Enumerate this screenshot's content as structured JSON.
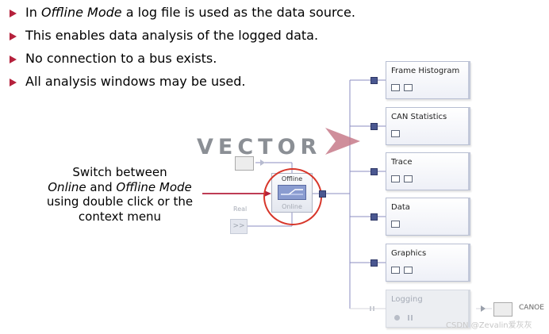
{
  "bullets": [
    [
      "In ",
      "Offline Mode",
      " a log file is used as the data source."
    ],
    [
      "This enables data analysis of the logged data.",
      "",
      ""
    ],
    [
      "No connection to a bus exists.",
      "",
      ""
    ],
    [
      "All analysis windows may be used.",
      "",
      ""
    ]
  ],
  "caption": {
    "line1": "Switch between",
    "line2_a": "Online",
    "line2_b": " and ",
    "line2_c": "Offline Mode",
    "line3": "using double click or the",
    "line4": "context menu"
  },
  "watermark_logo": "VECTOR",
  "selector": {
    "top": "Offline",
    "bottom": "Online"
  },
  "real_label": "Real",
  "forward_symbol": ">>",
  "windows": [
    {
      "title": "Frame Histogram",
      "icons": [
        "chart-icon",
        "list-icon"
      ],
      "enabled": true
    },
    {
      "title": "CAN Statistics",
      "icons": [
        "table-icon"
      ],
      "enabled": true
    },
    {
      "title": "Trace",
      "icons": [
        "window-icon",
        "list-icon"
      ],
      "enabled": true
    },
    {
      "title": "Data",
      "icons": [
        "window-icon"
      ],
      "enabled": true
    },
    {
      "title": "Graphics",
      "icons": [
        "graph-icon",
        "list-icon"
      ],
      "enabled": true
    },
    {
      "title": "Logging",
      "icons": [
        "record-icon",
        "pause-icon"
      ],
      "enabled": false
    }
  ],
  "canoe_label": "CANOE",
  "credit": "CSDN @Zevalin爱灰灰",
  "colors": {
    "accent_red": "#b5213c",
    "ring_red": "#d7362a",
    "node_blue": "#4a5790",
    "line": "#8b8ec2"
  }
}
